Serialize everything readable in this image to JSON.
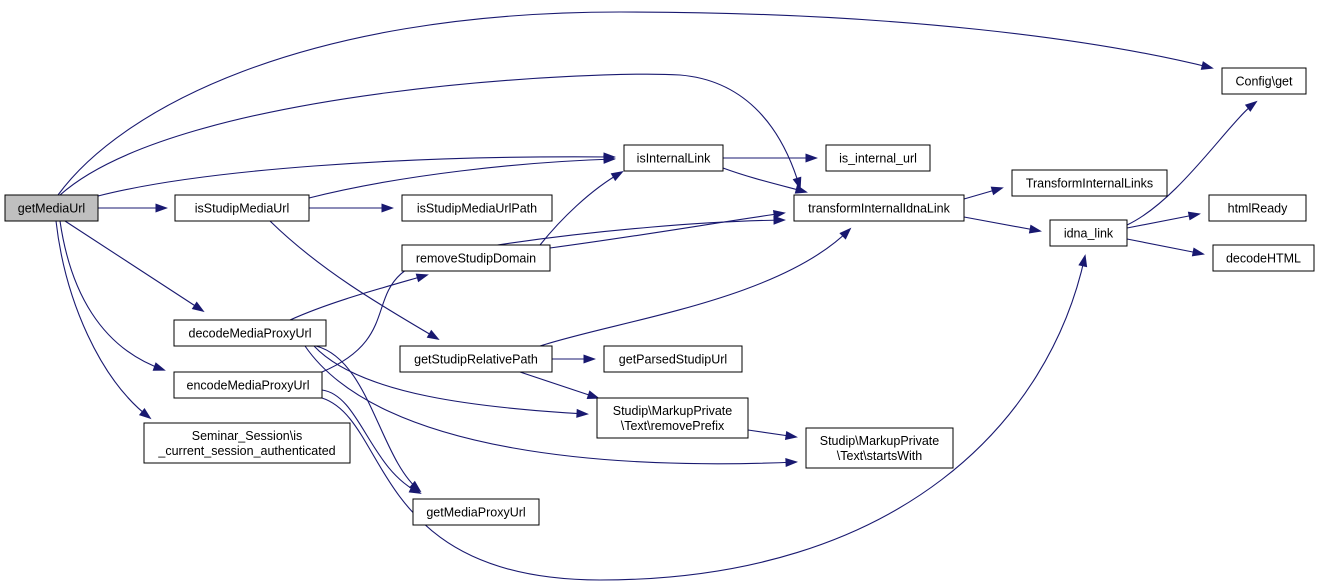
{
  "graph": {
    "nodes": [
      {
        "id": "getMediaUrl",
        "lines": [
          "getMediaUrl"
        ],
        "root": true
      },
      {
        "id": "isStudipMediaUrl",
        "lines": [
          "isStudipMediaUrl"
        ]
      },
      {
        "id": "decodeMediaProxyUrl",
        "lines": [
          "decodeMediaProxyUrl"
        ]
      },
      {
        "id": "encodeMediaProxyUrl",
        "lines": [
          "encodeMediaProxyUrl"
        ]
      },
      {
        "id": "seminarSession",
        "lines": [
          "Seminar_Session\\is",
          "_current_session_authenticated"
        ]
      },
      {
        "id": "isStudipMediaUrlPath",
        "lines": [
          "isStudipMediaUrlPath"
        ]
      },
      {
        "id": "removeStudipDomain",
        "lines": [
          "removeStudipDomain"
        ]
      },
      {
        "id": "getStudipRelativePath",
        "lines": [
          "getStudipRelativePath"
        ]
      },
      {
        "id": "getMediaProxyUrl",
        "lines": [
          "getMediaProxyUrl"
        ]
      },
      {
        "id": "isInternalLink",
        "lines": [
          "isInternalLink"
        ]
      },
      {
        "id": "getParsedStudipUrl",
        "lines": [
          "getParsedStudipUrl"
        ]
      },
      {
        "id": "removePrefix",
        "lines": [
          "Studip\\MarkupPrivate",
          "\\Text\\removePrefix"
        ]
      },
      {
        "id": "isInternalUrl",
        "lines": [
          "is_internal_url"
        ]
      },
      {
        "id": "transformInternalIdnaLink",
        "lines": [
          "transformInternalIdnaLink"
        ]
      },
      {
        "id": "startsWith",
        "lines": [
          "Studip\\MarkupPrivate",
          "\\Text\\startsWith"
        ]
      },
      {
        "id": "transformInternalLinks",
        "lines": [
          "TransformInternalLinks"
        ]
      },
      {
        "id": "idnaLink",
        "lines": [
          "idna_link"
        ]
      },
      {
        "id": "configGet",
        "lines": [
          "Config\\get"
        ]
      },
      {
        "id": "htmlReady",
        "lines": [
          "htmlReady"
        ]
      },
      {
        "id": "decodeHTML",
        "lines": [
          "decodeHTML"
        ]
      }
    ],
    "edges": [
      {
        "from": "getMediaUrl",
        "to": "configGet"
      },
      {
        "from": "getMediaUrl",
        "to": "transformInternalIdnaLink"
      },
      {
        "from": "getMediaUrl",
        "to": "isInternalLink"
      },
      {
        "from": "getMediaUrl",
        "to": "isStudipMediaUrl"
      },
      {
        "from": "getMediaUrl",
        "to": "decodeMediaProxyUrl"
      },
      {
        "from": "getMediaUrl",
        "to": "encodeMediaProxyUrl"
      },
      {
        "from": "getMediaUrl",
        "to": "seminarSession"
      },
      {
        "from": "isStudipMediaUrl",
        "to": "isInternalLink"
      },
      {
        "from": "isStudipMediaUrl",
        "to": "isStudipMediaUrlPath"
      },
      {
        "from": "isStudipMediaUrl",
        "to": "getStudipRelativePath"
      },
      {
        "from": "decodeMediaProxyUrl",
        "to": "removeStudipDomain"
      },
      {
        "from": "decodeMediaProxyUrl",
        "to": "removePrefix"
      },
      {
        "from": "decodeMediaProxyUrl",
        "to": "startsWith"
      },
      {
        "from": "decodeMediaProxyUrl",
        "to": "getMediaProxyUrl"
      },
      {
        "from": "encodeMediaProxyUrl",
        "to": "transformInternalIdnaLink"
      },
      {
        "from": "encodeMediaProxyUrl",
        "to": "getMediaProxyUrl"
      },
      {
        "from": "encodeMediaProxyUrl",
        "to": "idnaLink"
      },
      {
        "from": "removeStudipDomain",
        "to": "isInternalLink"
      },
      {
        "from": "removeStudipDomain",
        "to": "transformInternalIdnaLink"
      },
      {
        "from": "getStudipRelativePath",
        "to": "transformInternalIdnaLink"
      },
      {
        "from": "getStudipRelativePath",
        "to": "getParsedStudipUrl"
      },
      {
        "from": "getStudipRelativePath",
        "to": "removePrefix"
      },
      {
        "from": "isInternalLink",
        "to": "isInternalUrl"
      },
      {
        "from": "isInternalLink",
        "to": "transformInternalIdnaLink"
      },
      {
        "from": "removePrefix",
        "to": "startsWith"
      },
      {
        "from": "transformInternalIdnaLink",
        "to": "transformInternalLinks"
      },
      {
        "from": "transformInternalIdnaLink",
        "to": "idnaLink"
      },
      {
        "from": "idnaLink",
        "to": "configGet"
      },
      {
        "from": "idnaLink",
        "to": "htmlReady"
      },
      {
        "from": "idnaLink",
        "to": "decodeHTML"
      }
    ]
  }
}
